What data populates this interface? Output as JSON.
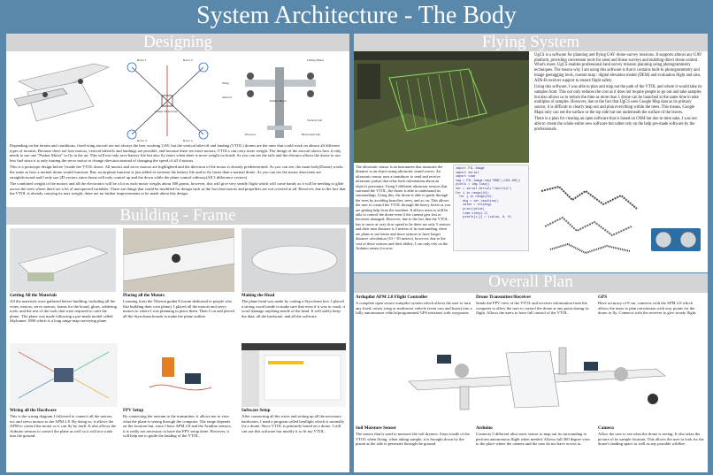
{
  "title": "System Architecture - The Body",
  "sections": {
    "designing": "Designing",
    "flying": "Flying System",
    "frame": "Building - Frame",
    "overall": "Overall Plan"
  },
  "designing": {
    "diagram_labels": {
      "ru_top_left": "Rotor 1",
      "ru_top_right": "Rotor 2",
      "ru_bottom_left": "Rotor 3",
      "ru_bottom_right": "Rotor 4",
      "center": "Center Of Gravity",
      "lifting": "Lifting Motor",
      "wing": "Wing",
      "pusher": "Pusher Motor",
      "aileron": "Aileron",
      "vertical": "Vertical Tail",
      "elevator": "Elevator",
      "horizontal": "Horizontal Tail"
    },
    "para1": "Depending on the terrain and conditions, fixed-wing aircraft are not always the best working UAV, but the vertical take-off and landing (VTOL) drones are the ones that could work on almost all different types of terrains. Because there are four motors, vertical takeoffs and landings are possible, and because there are more motors, VTOLs can carry more weight. The design of the aircraft shows how it only needs to use one \"Pusher Motor\" to fly in the air. This will not only save battery life but also fly faster when there is more weight on board. As you can see the tails and the elevator allows the drone to use less fuel since it is only turning the servo motor to change direction instead of changing the speed of all 4 motors.",
    "para2": "This is a prototype design before I made the VTOL drone. All motors and servo motors are highlighted and the direction of the motor is already predetermined. As you can see, the main body(Drone) works the same as how a normal drone would function. But, an airplane function is just added to increase the battery life and to fly faster than a normal drone. As you can see the motor directions are straightforward and I only use 2D vectors since drone will only control up and the down while the plane control sideway(All 3 difference vectors)",
    "para3": "The combined weight of the motors and all the electronics will be a lot as each motor weighs about 300 grams, however, this will give very steady flight which will come handy as it will be needing to glide across the trees where there are a lot of unexpected variables. There are things that could be modified for design such as the fact that motors and propellers are not covered at all. However, due to the fact that the VTOL is already carrying its max weight, there are no further improvements to be made about this design."
  },
  "flying": {
    "para1": "UgCS is a software for planning and flying UAV drone-survey missions. It supports almost any UAV platform, providing convenient tools for areal and linear surveys and enabling direct drone control. What's more, UgCS enables professional land survey mission planning using photogrammetry techniques. The reason why I am using this software is that it contains built-in photogrammetry and image geotagging tools, custom map / digital elevation model (DEM) and evaluation flight and also, ADS-B receiver support to ensure flight safety.",
    "para2": "Using this software, I was able to plan and map out the path of the VTOL and where it would take its samples from. This not only reduces the cost as it does not require people to go out and take samples but also allows us to reduce the time as more than 1 drone can be launched at the same time to take multiples of samples. However, due to the fact that UgCS uses Google Map data as its primary source, it is difficult to clearly map out and plan everything within the trees. This means, Google Maps only can see the surface or the top side but not underneath the surface of the leaves.",
    "para3": "There is a plan for creating an open software that is based on OSM but due to time sake, I was not able to create the whole entire new software but rather rely on the help pre-made software by the professionals.",
    "ultrasonic": "The ultrasonic sensor is an instrument that measures the distance to an object using ultrasonic sound waves. An ultrasonic sensor uses a transducer to send and receive ultrasonic pulses that relay back information about an object's proximity. Using 5 different ultrasonic sensors that surround the VTOL, the drone is able to understand its surroundings. Using this, the drone is able to guide through the trees by avoiding branches, trees, and so on. This allows the user to control the VTOL through the heavy forest as you are getting help from the machine. It allows users to still be able to control the drone even if the camera gets lost or becomes damaged. However, due to the fact that the VTOL has to move at very slow speed to be there are only 5 sensors and their max distance is 3 meters of its surrounding, there are plans to use better and more sensors to have longer distance calculation (10 ~ 30 meters), however, due to the cost of these sensors and their ability, I can only rely on the Arduino sensor for now.",
    "code": [
      "import PIL.Image",
      "import serial",
      "import time",
      "img = PIL.Image.new(\"RGB\",(100,100))",
      "pixels = img.load()",
      "ser = serial.Serial(\"/dev/tty\")",
      "for i in range(10):",
      "  for j in range(10):",
      "    msg = ser.readline()",
      "    value = int(msg)",
      "    print(value)",
      "    time.sleep(.2)",
      "    pixels[i,j] = (value, 0, 0)"
    ]
  },
  "frame": {
    "items": [
      {
        "title": "Getting All the Materials",
        "text": "All the materials were gathered before building, including all the wires, motors, servo motors, foams for the board, glues, soldering tools, and the rest of the tools that were required to craft the plane.. The plane was made following a pre-made model called Skyhunter 1800 which is a long range map surveying plane."
      },
      {
        "title": "Placing all the Motors",
        "text": "Learning from the Tiberon guide(A forum dedicated to people who like building their own plane), I placed all the motors and servo motors to where I was planning to place them. Then I cut and placed all the Styrofoam boards to make the plane outline."
      },
      {
        "title": "Making the Head",
        "text": "The plane head was made by cutting a Styrofoam box. I placed a strong wood inside to make sure that even if it was to crash, it won't damage anything inside of the head. It will safely keep the data, all the hardware, and all the software."
      },
      {
        "title": "Wiring all the Hardware",
        "text": "This is the wiring diagram I followed to connect all the motors, esc and servo motors to the APM 2.8. By doing so, it allows the APM to control the motor so it can fly by itself. It also allows the Arduino sensors to control the plane as well so it will not crash into the ground."
      },
      {
        "title": "FPV Setup",
        "text": "By connecting the runcam to the transmitter, it allows me to view what the plane is seeing through the computer. The range depends on the location but, since I have APM 2.8 and the Arudino sensors, it is really not necessary to have the FPV setup done. However, it will help me to guide the landing of the VTOL."
      },
      {
        "title": "Software Setup",
        "text": "After connecting all the wires and setting up all the necessary hardwares, I used a program called beaflight which is normally for a drone. Since VTOL is primarily based on a drone, I still can use this software but modify it to fit my VTOL."
      }
    ]
  },
  "overall": {
    "items": [
      {
        "title": "Ardupilot APM 2.8 Flight Controller",
        "text": "A complete open source autopilot system which allows the user to turn any fixed, rotary wing or multirotor vehicle (even cars and boats) into a fully autonomous vehicle/programmed GPS missions with waypoints."
      },
      {
        "title": "Drone Transmitter/Receiver",
        "text": "Sends the FPV view of the VTOL and receives information from the computer to allow the user to control the drone at any point during its flight. Allows the users to have full control of the VTOL."
      },
      {
        "title": "GPS",
        "text": "Have accuracy of 8 cm, connects with the APM 2.8 which allows the users to plan out mission with way points for the drone to fly. Connects with the receiver to give steady flight."
      },
      {
        "title": "Soil Moisture Sensor",
        "text": "The sensor that is used to measure the soil dryness. Stays inside of the VTOL when flying, when taking sample, it is brought down by the piston at the side to penetrate through the ground."
      },
      {
        "title": "Arduino",
        "text": "Connects 5 different ultra sonic sensor to map out its surrounding to perform autonomous flight when needed. Allows full 360 degree view to the place where the camera and the user do not have access to."
      },
      {
        "title": "Camera",
        "text": "Allow the user to see what the drone is seeing. It also takes the picture of its sample location. This allows the user to look for the drone's landing space as well as any possible wildfire."
      }
    ]
  },
  "colors": {
    "background": "#5a88aa",
    "banner": "#d4d4d4",
    "panel": "#ffffff",
    "map_dark": "#3f4a2c",
    "flight_path": "#8de05a"
  }
}
